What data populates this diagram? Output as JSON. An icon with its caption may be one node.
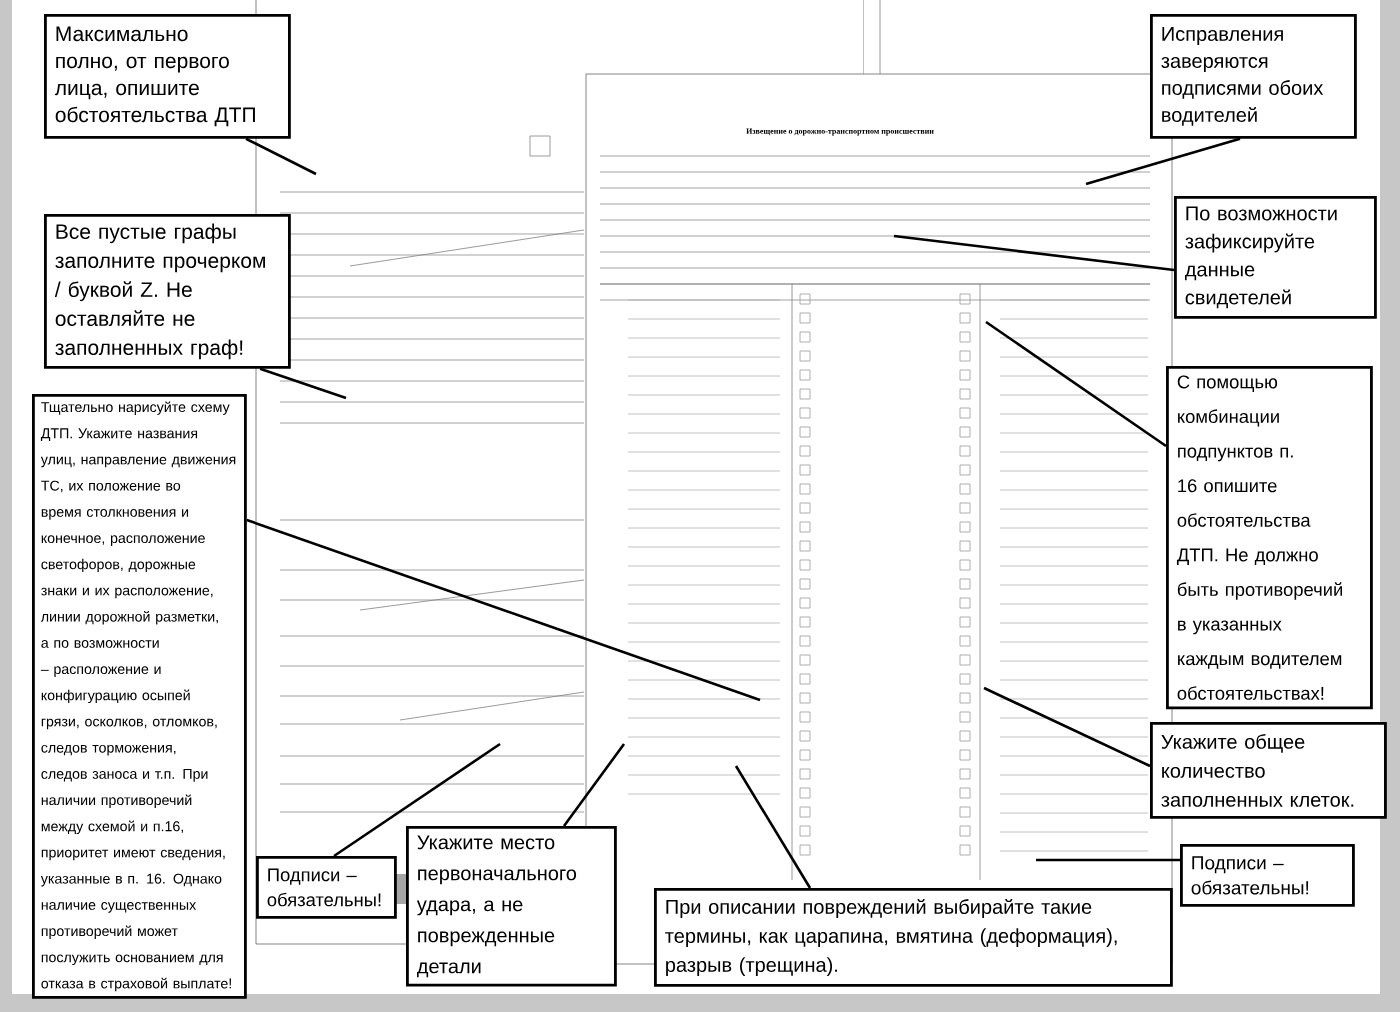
{
  "diagram": {
    "nodes": [
      {
        "text": [
          "Максимально полно, от первого лица, опишите обстоятельства ДТП"
        ]
      },
      {
        "text": [
          "Все пустые графы заполните прочерком / буквой Z. Не оставляйте не заполненных граф!"
        ]
      },
      {
        "text": [
          "Тщательно нарисуйте схему ДТП. Укажите названия улиц, направление движения ТС, их положение во время столкновения и конечное, расположение светофоров, дорожные знаки и их расположение, линии дорожной разметки, а по возможности – расположение и конфигурацию осыпей грязи, осколков, отломков, следов торможения, следов заноса и т.п. При наличии противоречий между схемой и п.16, приоритет имеют сведения, указанные в п. 16. Однако наличие существенных противоречий может послужить основанием для отказа в страховой выплате!"
        ]
      },
      {
        "text": [
          "Подписи – обязательны!"
        ]
      },
      {
        "text": [
          "Укажите место первоначального удара, а не поврежденные детали"
        ]
      },
      {
        "text": [
          "При описании повреждений выбирайте такие термины, как царапина, вмятина (деформация), разрыв (трещина)."
        ]
      },
      {
        "text": [
          "Исправления заверяются подписями обоих водителей"
        ]
      },
      {
        "text": [
          "По возможности зафиксируйте данные свидетелей"
        ]
      },
      {
        "text": [
          "С помощью комбинации подпунктов п. 16 опишите обстоятельства ДТП. Не должно быть противоречий в указанных каждым водителем обстоятельствах!"
        ]
      },
      {
        "text": [
          "Укажите общее количество заполненных клеток."
        ]
      },
      {
        "text": [
          "Подписи – обязательны!"
        ]
      }
    ],
    "edges": [
      {
        "from": 0,
        "to": null,
        "arrow": "none"
      },
      {
        "from": 1,
        "to": null,
        "arrow": "none"
      },
      {
        "from": 2,
        "to": null,
        "arrow": "none"
      },
      {
        "from": 3,
        "to": null,
        "arrow": "none"
      },
      {
        "from": 4,
        "to": null,
        "arrow": "none"
      },
      {
        "from": 5,
        "to": null,
        "arrow": "none"
      },
      {
        "from": 6,
        "to": null,
        "arrow": "none"
      },
      {
        "from": 7,
        "to": null,
        "arrow": "none"
      },
      {
        "from": 8,
        "to": null,
        "arrow": "none"
      },
      {
        "from": 9,
        "to": null,
        "arrow": "none"
      },
      {
        "from": 10,
        "to": null,
        "arrow": "none"
      }
    ],
    "labels": [
      "Извещение о дорожно-транспортном происшествии"
    ]
  }
}
